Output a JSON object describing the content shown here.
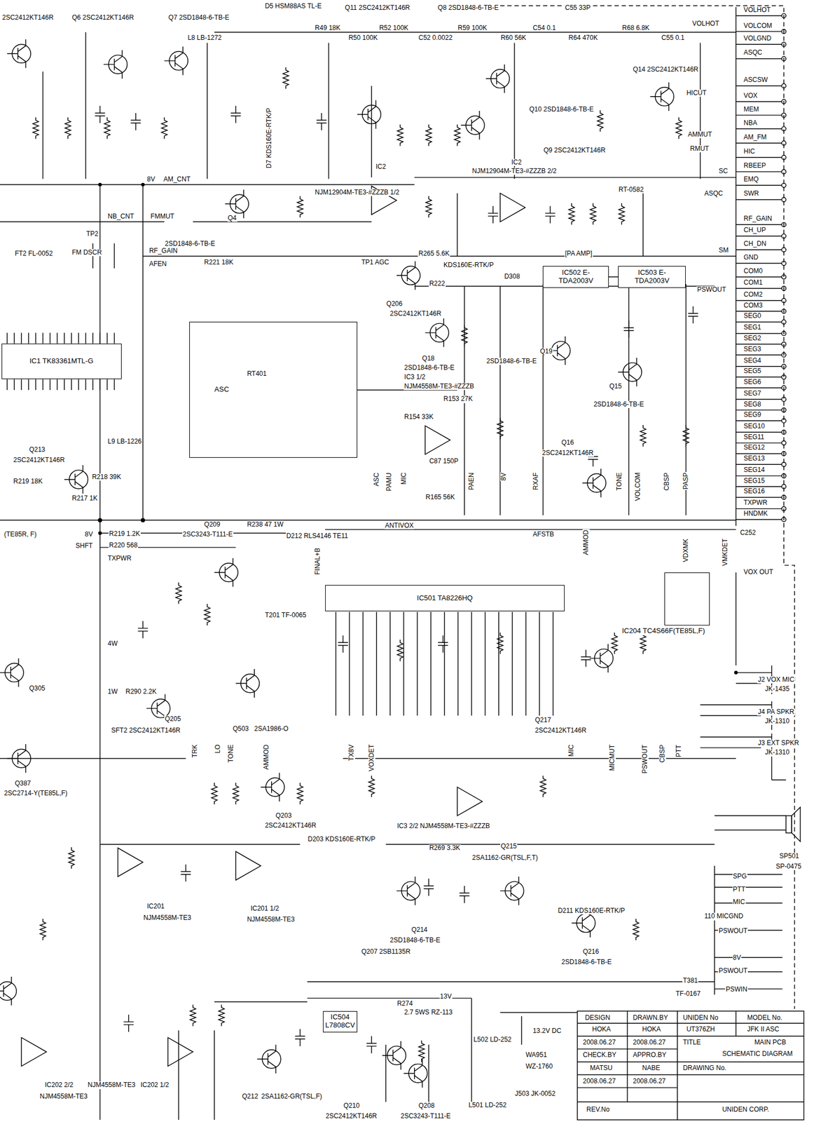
{
  "diagram": {
    "nodes": [
      {
        "text": [
          "IC502 E-TDA2003V"
        ]
      },
      {
        "text": [
          "IC503 E-TDA2003V"
        ]
      },
      {
        "text": [
          "ASC"
        ]
      },
      {
        "text": [
          "IC1 TK83361MTL-G"
        ]
      },
      {
        "text": [
          "IC204 TC4S66F(TE85L,F)"
        ]
      },
      {
        "text": [
          "IC501 TA8226HQ"
        ]
      },
      {
        "text": [
          "IC504 L7808CV"
        ]
      }
    ],
    "edges": [
      {
        "from": 0,
        "to": 1,
        "arrow": "none"
      }
    ],
    "labels": [
      "VOLHOT",
      "VOLCOM",
      "VOLGND",
      "ASQC",
      "ASCSW",
      "VOX",
      "MEM",
      "NBA",
      "AM_FM",
      "HIC",
      "RBEEP",
      "EMQ",
      "SWR",
      "RF_GAIN",
      "CH_UP",
      "CH_DN",
      "GND",
      "COM0",
      "COM1",
      "COM2",
      "COM3",
      "SEG0",
      "SEG1",
      "SEG2",
      "SEG3",
      "SEG4",
      "SEG5",
      "SEG6",
      "SEG7",
      "SEG8",
      "SEG9",
      "SEG10",
      "SEG11",
      "SEG12",
      "SEG13",
      "SEG14",
      "SEG15",
      "SEG16",
      "TXPWR",
      "HNDMK",
      "2SC2412KT146R",
      "Q6 2SC2412KT146R",
      "Q7 2SD1848-6-TB-E",
      "D5 HSM88AS TL-E",
      "Q11 2SC2412KT146R",
      "Q8 2SD1848-6-TB-E",
      "C55 33P",
      "R49 18K",
      "R50 100K",
      "R52 100K",
      "C52 0.0022",
      "R59 100K",
      "R60 56K",
      "C54 0.1",
      "R64 470K",
      "R68 6.8K",
      "C55 0.1",
      "VOLHOT",
      "L8 LB-1272",
      "Q14 2SC2412KT146R",
      "HICUT",
      "Q10 2SD1848-6-TB-E",
      "AMMUT",
      "Q9 2SC2412KT146R",
      "RMUT",
      "IC2",
      "NJM12904M-TE3-#ZZZB 2/2",
      "SC",
      "IC2",
      "NJM12904M-TE3-#ZZZB 1/2",
      "RT-0582",
      "ASQC",
      "8V",
      "AM_CNT",
      "D7 KDS160E-RTK/P",
      "NB_CNT",
      "FMMUT",
      "Q4",
      "2SD1848-6-TB-E",
      "TP2",
      "FT2 FL-0052",
      "FM DSCR",
      "RF_GAIN",
      "AFEN",
      "R221 18K",
      "TP1 AGC",
      "R265 5.6K",
      "KDS160E-RTK/P",
      "SM",
      "[PA AMP]",
      "D308",
      "R222",
      "PSWOUT",
      "Q206",
      "2SC2412KT146R",
      "Q18",
      "2SD1848-6-TB-E",
      "IC3 1/2",
      "NJM4558M-TE3-#ZZZB",
      "Q19",
      "2SD1848-6-TB-E",
      "Q15",
      "2SD1848-6-TB-E",
      "R153 27K",
      "R154 33K",
      "C87 150P",
      "R165 56K",
      "Q16",
      "2SC2412KT146R",
      "ASC",
      "PAMU",
      "MIC",
      "PAEN",
      "8V",
      "RXAF",
      "TONE",
      "VOLCOM",
      "CBSP",
      "PASP",
      "L9 LB-1226",
      "Q213",
      "2SC2412KT146R",
      "R219 18K",
      "R218 39K",
      "R217 1K",
      "(TE85R, F)",
      "8V",
      "SHFT",
      "R219 1.2K",
      "R220 568",
      "TXPWR",
      "Q209",
      "2SC3243-T111-E",
      "R238 47 1W",
      "D212 RLS4146 TE11",
      "FINAL+B",
      "ANTIVOX",
      "AFSTB",
      "AMMOD",
      "VDXMK",
      "VMKDET",
      "C252",
      "VOX OUT",
      "T201 TF-0065",
      "4W",
      "1W",
      "R290 2.2K",
      "Q205",
      "SFT2 2SC2412KT146R",
      "Q503",
      "2SA1986-O",
      "Q217",
      "2SC2412KT146R",
      "J2 VOX MIC",
      "JK-1435",
      "J4 PA SPKR",
      "JK-1310",
      "J3 EXT SPKR",
      "JK-1310",
      "SP501",
      "SP-0475",
      "SPG",
      "PTT",
      "MIC",
      "110 MICGND",
      "PSWOUT",
      "8V",
      "PSWOUT",
      "T381",
      "TF-0167",
      "PSWIN",
      "TRK",
      "LO",
      "TONE",
      "AMMOD",
      "TX8V",
      "VOXDET",
      "MIC",
      "MICMUT",
      "PSWOUT",
      "CBSP",
      "PTT",
      "Q203",
      "2SC2412KT146R",
      "Q387",
      "2SC2714-Y(TE85L,F)",
      "Q305",
      "IC3 2/2 NJM4558M-TE3-#ZZZB",
      "D203 KDS160E-RTK/P",
      "R269 3.3K",
      "Q215",
      "2SA1162-GR(TSL,F,T)",
      "D211 KDS160E-RTK/P",
      "Q214",
      "2SD1848-6-TB-E",
      "Q207 2SB1135R",
      "Q216",
      "2SD1848-6-TB-E",
      "IC201",
      "NJM4558M-TE3",
      "IC201 1/2",
      "NJM4558M-TE3",
      "IC202 2/2",
      "NJM4558M-TE3",
      "IC202 1/2",
      "NJM4558M-TE3",
      "Q212",
      "2SA1162-GR(TSL,F)",
      "Q210",
      "2SC2412KT146R",
      "Q208",
      "2SC3243-T111-E",
      "13V",
      "R274",
      "2.7 5WS RZ-113",
      "L502 LD-252",
      "13.2V DC",
      "WA951",
      "WZ-1760",
      "J503 JK-0052",
      "L501 LD-252",
      "DESIGN",
      "DRAWN.BY",
      "UNIDEN No",
      "MODEL No.",
      "HOKA",
      "HOKA",
      "UT376ZH",
      "JFK II ASC",
      "2008.06.27",
      "2008.06.27",
      "TITLE",
      "MAIN PCB",
      "SCHEMATIC DIAGRAM",
      "CHECK.BY",
      "APPRO.BY",
      "MATSU",
      "NABE",
      "DRAWING No.",
      "2008.06.27",
      "2008.06.27",
      "REV.No",
      "UNIDEN CORP.",
      "RT401"
    ]
  }
}
